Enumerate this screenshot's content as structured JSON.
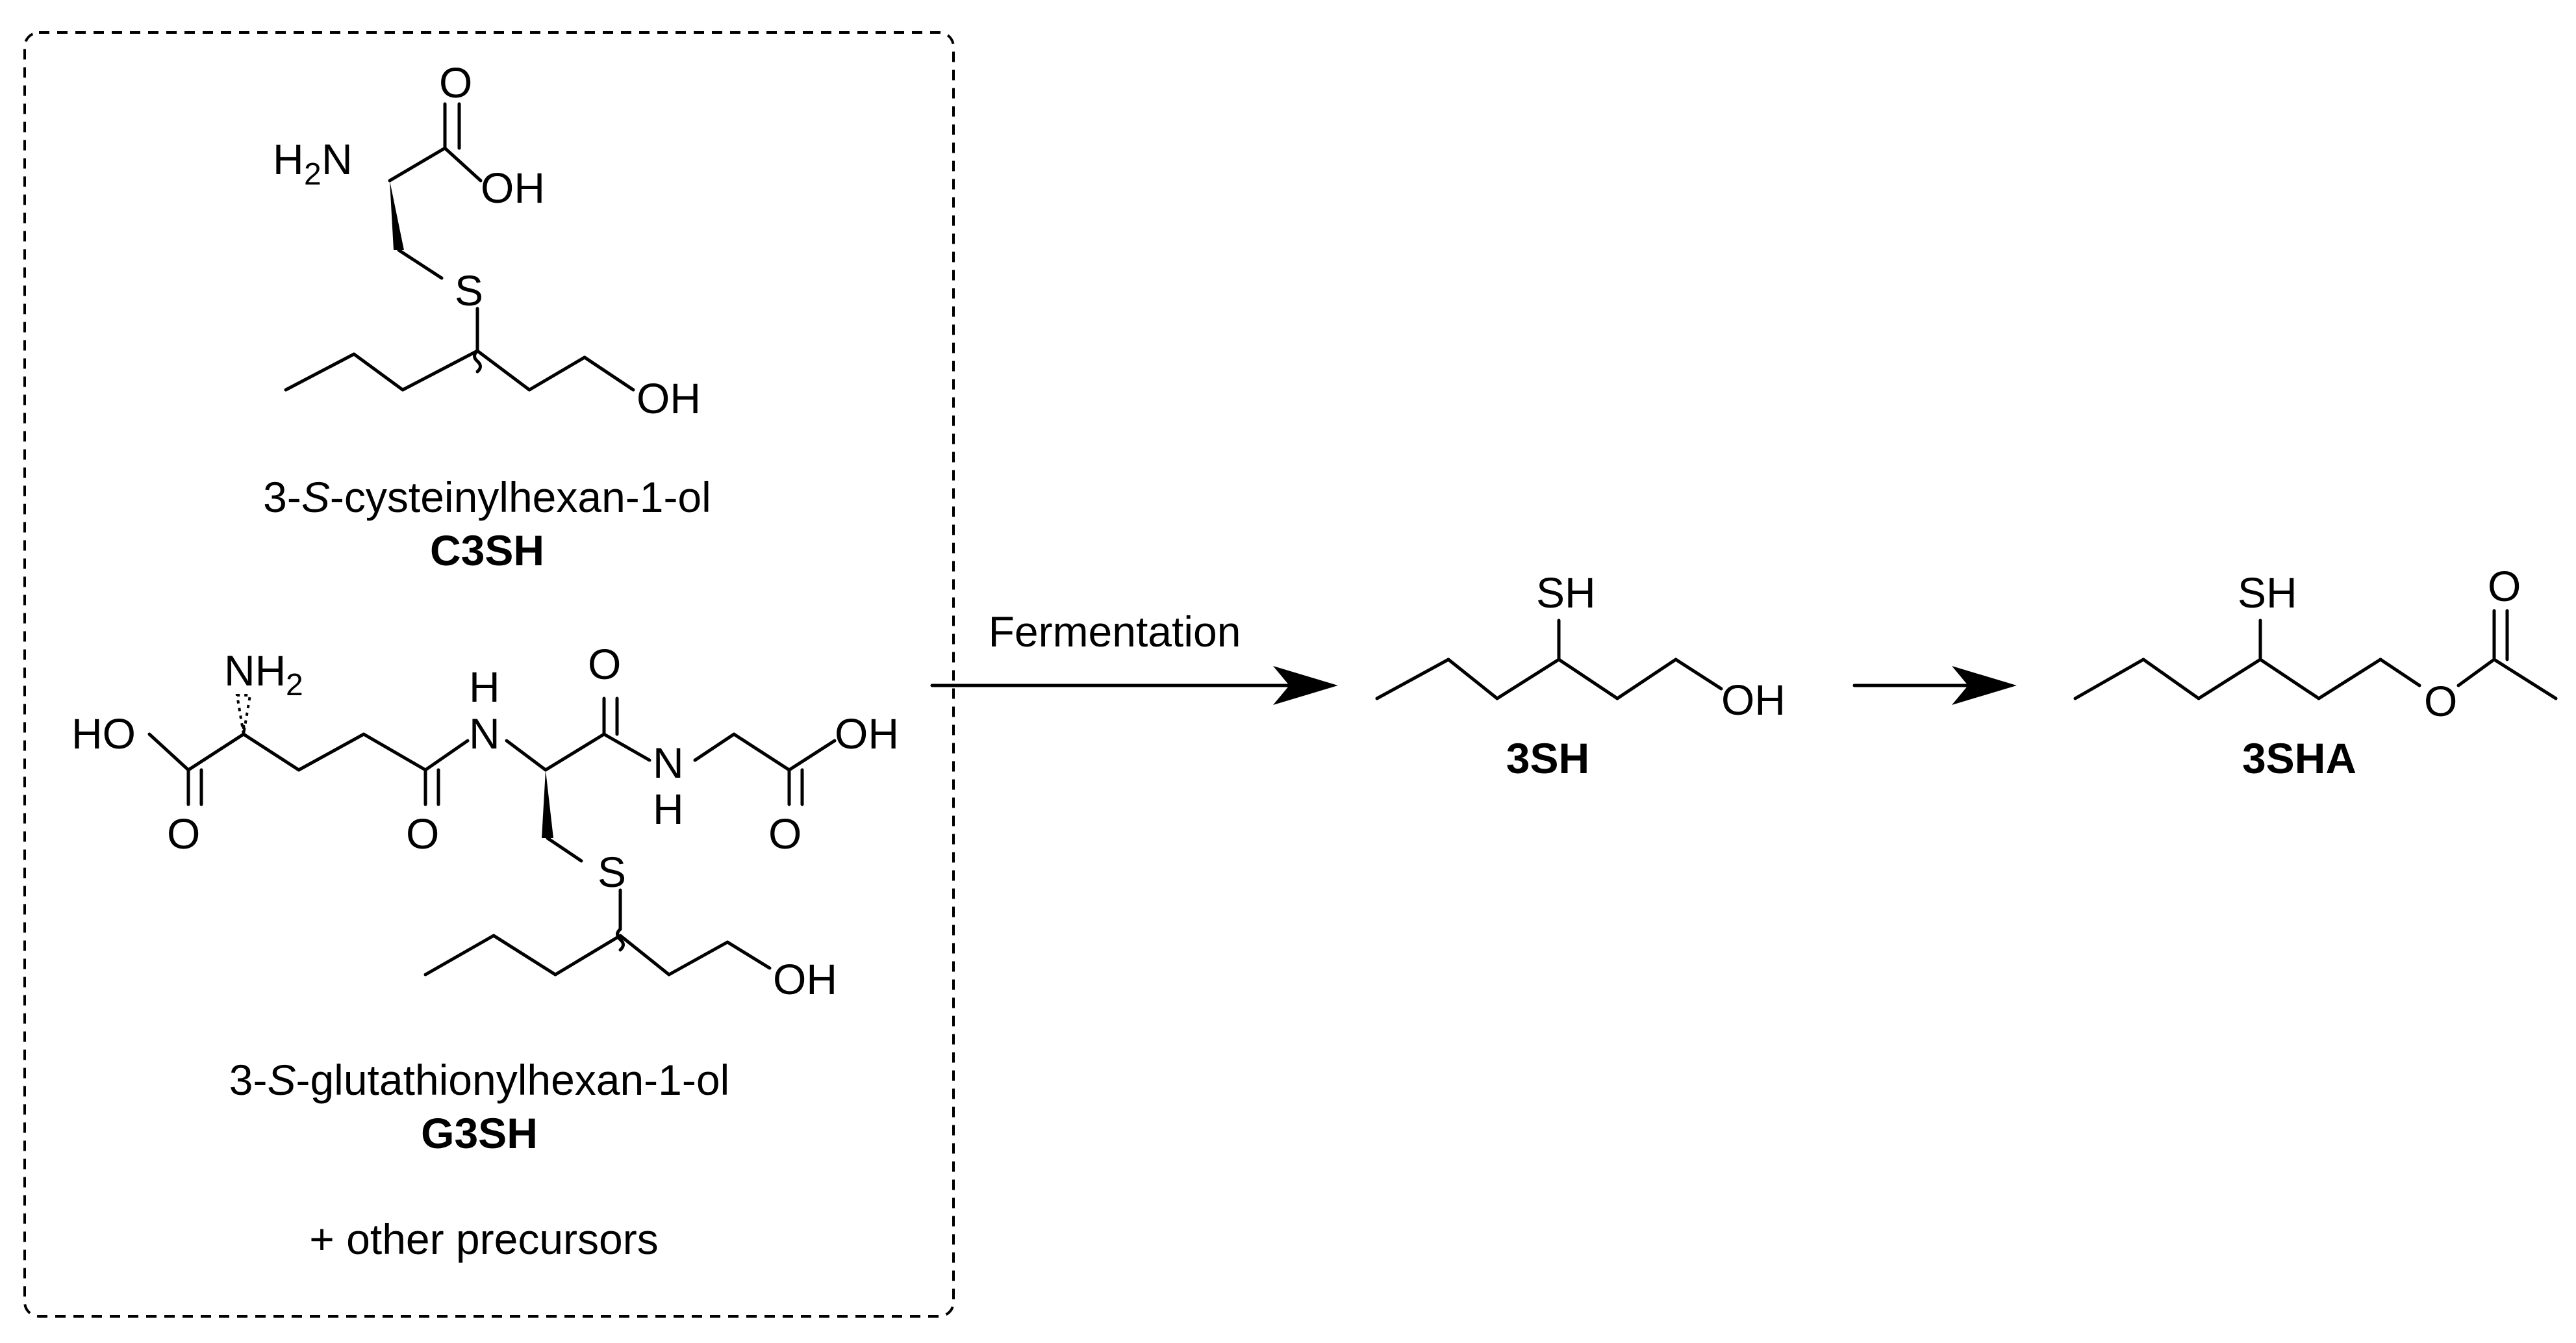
{
  "precursor_box": {
    "c3sh": {
      "atoms": {
        "h2n": "H",
        "h2n_sub": "2",
        "h2n_n": "N",
        "o_carbonyl": "O",
        "oh_acid": "OH",
        "s": "S",
        "oh_chain": "OH"
      },
      "name_prefix": "3-",
      "name_stereo": "S",
      "name_suffix": "-cysteinylhexan-1-ol",
      "code": "C3SH"
    },
    "g3sh": {
      "atoms": {
        "nh2_n": "NH",
        "nh2_sub": "2",
        "ho_acid": "HO",
        "o_acid": "O",
        "o_amide1": "O",
        "nh_amide1_n": "N",
        "nh_amide1_h": "H",
        "o_amide2": "O",
        "nh_amide2_n": "N",
        "nh_amide2_h": "H",
        "oh_acid2": "OH",
        "o_acid2": "O",
        "s": "S",
        "oh_chain": "OH"
      },
      "name_prefix": "3-",
      "name_stereo": "S",
      "name_suffix": "-glutathionylhexan-1-ol",
      "code": "G3SH"
    },
    "other_note": "+ other precursors"
  },
  "arrow_fermentation": {
    "label": "Fermentation"
  },
  "product_3sh": {
    "atoms": {
      "sh": "SH",
      "oh": "OH"
    },
    "code": "3SH"
  },
  "product_3sha": {
    "atoms": {
      "sh": "SH",
      "o_carbonyl": "O",
      "o_ester": "O"
    },
    "code": "3SHA"
  },
  "colors": {
    "ink": "#000000",
    "background": "#ffffff"
  }
}
